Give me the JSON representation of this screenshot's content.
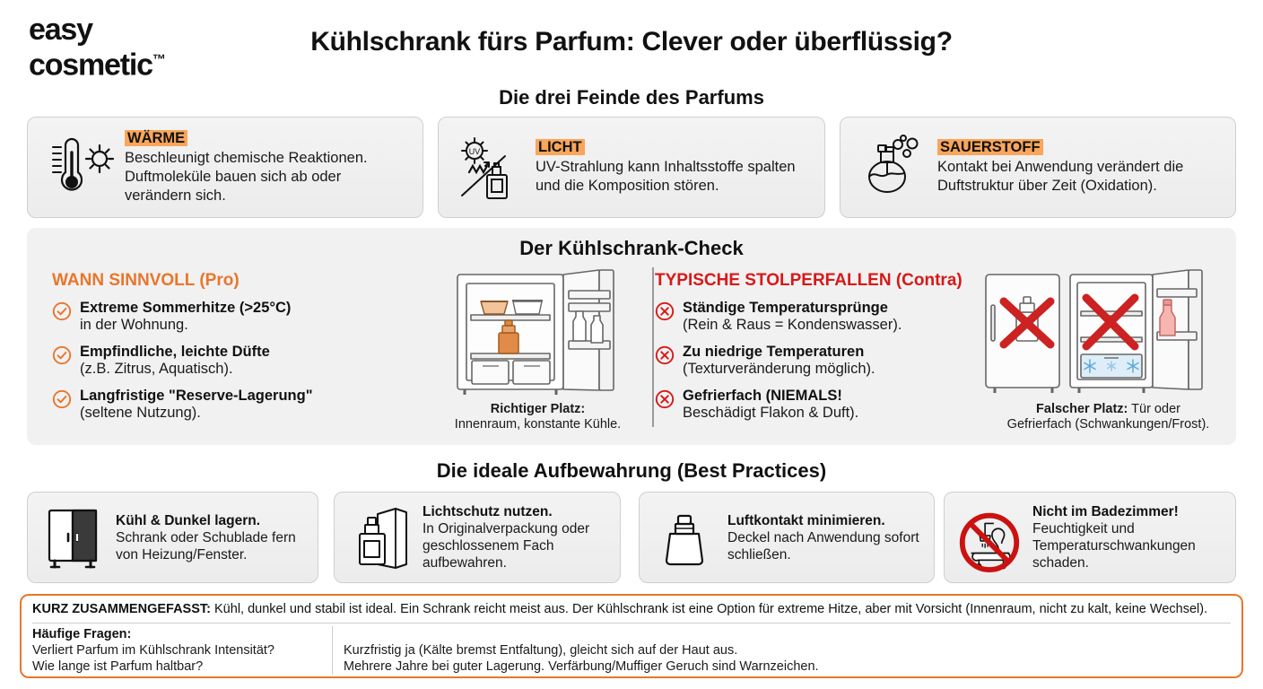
{
  "brand": {
    "line1": "easy",
    "line2": "cosmetic",
    "tm": "™"
  },
  "header": {
    "title": "Kühlschrank fürs Parfum: Clever oder überflüssig?",
    "enemies_title": "Die drei Feinde des Parfums"
  },
  "colors": {
    "accent_orange": "#E8762C",
    "highlight_orange": "#F9A65A",
    "contra_red": "#D81818",
    "panel_grey": "#f1f1f1",
    "card_grey": "#f3f3f3"
  },
  "enemies": [
    {
      "keyword": "WÄRME",
      "icon": "thermometer-sun-icon",
      "body": "Beschleunigt chemische Reaktionen. Duftmoleküle bauen sich ab oder verändern sich."
    },
    {
      "keyword": "LICHT",
      "icon": "uv-sun-bottle-icon",
      "body": "UV-Strahlung kann Inhaltsstoffe spalten und die Komposition stören."
    },
    {
      "keyword": "SAUERSTOFF",
      "icon": "perfume-bubbles-icon",
      "body": "Kontakt bei Anwendung verändert die Duftstruktur über Zeit (Oxidation)."
    }
  ],
  "check": {
    "title": "Der Kühlschrank-Check",
    "pro_heading": "WANN SINNVOLL (Pro)",
    "contra_heading": "TYPISCHE STOLPERFALLEN (Contra)",
    "pros": [
      {
        "main": "Extreme Sommerhitze (>25°C)",
        "sub": "in der Wohnung."
      },
      {
        "main": "Empfindliche, leichte Düfte",
        "sub": "(z.B. Zitrus, Aquatisch)."
      },
      {
        "main": "Langfristige \"Reserve-Lagerung\"",
        "sub": "(seltene Nutzung)."
      }
    ],
    "contras": [
      {
        "main": "Ständige Temperatursprünge",
        "sub": "(Rein & Raus = Kondenswasser)."
      },
      {
        "main": "Zu niedrige Temperaturen",
        "sub": "(Texturveränderung möglich)."
      },
      {
        "main": "Gefrierfach (NIEMALS!",
        "sub": "Beschädigt Flakon & Duft)."
      }
    ],
    "right_place_caption_bold": "Richtiger Platz:",
    "right_place_caption_rest": "Innenraum, konstante Kühle.",
    "wrong_place_caption_bold": "Falscher Platz:",
    "wrong_place_caption_rest": "Tür oder",
    "wrong_place_caption_line2": "Gefrierfach (Schwankungen/Frost)."
  },
  "best_practices": {
    "title": "Die ideale Aufbewahrung (Best Practices)",
    "items": [
      {
        "icon": "cabinet-icon",
        "heading": "Kühl & Dunkel lagern.",
        "body": "Schrank oder Schublade fern von Heizung/Fenster."
      },
      {
        "icon": "box-with-bottle-icon",
        "heading": "Lichtschutz nutzen.",
        "body": "In Originalverpackung oder geschlossenem Fach aufbewahren."
      },
      {
        "icon": "closed-flacon-icon",
        "heading": "Luftkontakt minimieren.",
        "body": "Deckel nach Anwendung sofort schließen."
      },
      {
        "icon": "no-bathroom-icon",
        "heading": "Nicht im Badezimmer!",
        "body": "Feuchtigkeit und Temperaturschwankungen schaden."
      }
    ]
  },
  "summary": {
    "label": "KURZ ZUSAMMENGEFASST:",
    "text": "Kühl, dunkel und stabil ist ideal. Ein Schrank reicht meist aus. Der Kühlschrank ist eine Option für extreme Hitze, aber mit Vorsicht (Innenraum, nicht zu kalt, keine Wechsel).",
    "faq_heading": "Häufige Fragen:",
    "faq": [
      {
        "question": "Verliert Parfum im Kühlschrank Intensität?",
        "answer": "Kurzfristig ja (Kälte bremst Entfaltung), gleicht sich auf der Haut aus."
      },
      {
        "question": "Wie lange ist Parfum haltbar?",
        "answer": "Mehrere Jahre bei guter Lagerung. Verfärbung/Muffiger Geruch sind Warnzeichen."
      }
    ]
  }
}
